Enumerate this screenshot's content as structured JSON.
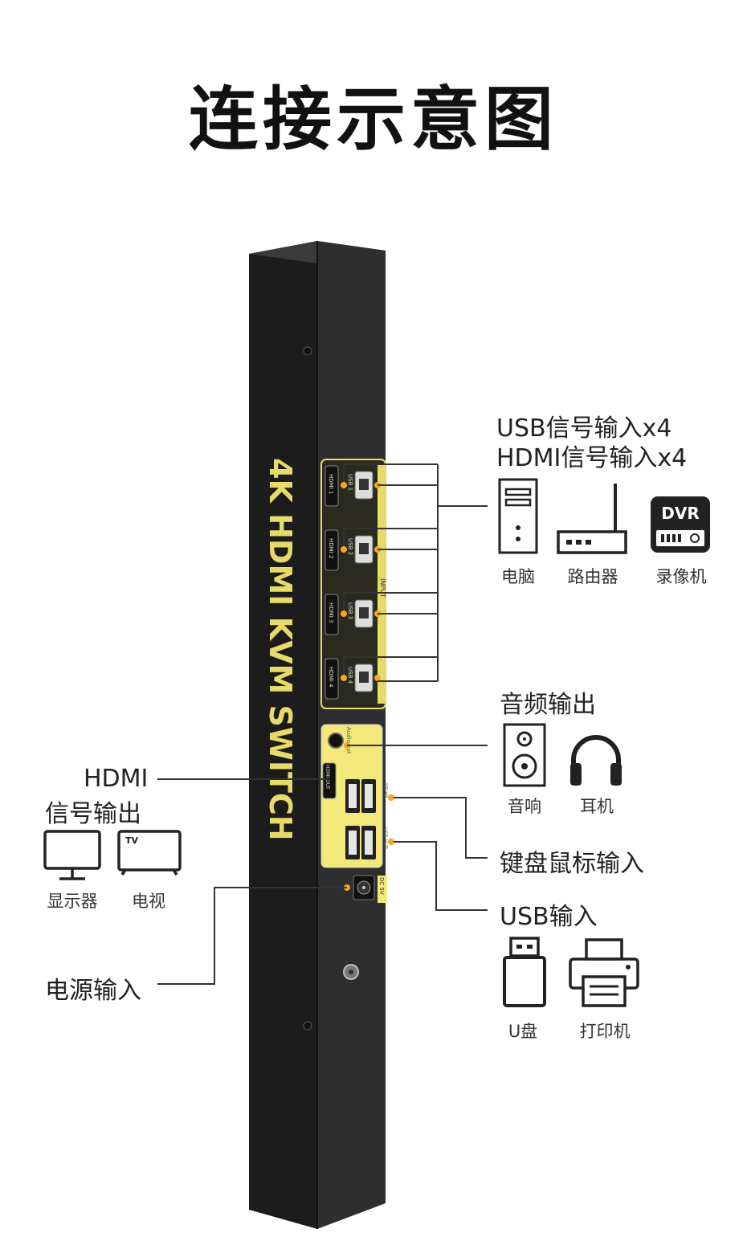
{
  "title": "连接示意图",
  "device": {
    "name": "4K HDMI KVM SWITCH",
    "ports": {
      "hdmi_in": [
        "HDMI 1",
        "HDMI 2",
        "HDMI 3",
        "HDMI 4"
      ],
      "usb_in": [
        "USB 1",
        "USB 2",
        "USB 3",
        "USB 4"
      ],
      "input_tag": "INPUT",
      "audio_out": "Audio out",
      "hdmi_out": "HDMI OUT",
      "kb_ms": "KB/MS",
      "usb_hub": "USB HUB",
      "power": "DC 5V"
    },
    "accent_color": "#F2E97A",
    "body_color": "#2c2c2c"
  },
  "inputs": {
    "line1": "USB信号输入x4",
    "line2": "HDMI信号输入x4",
    "devices": [
      {
        "icon": "computer-tower-icon",
        "label": "电脑"
      },
      {
        "icon": "router-icon",
        "label": "路由器"
      },
      {
        "icon": "dvr-icon",
        "label": "录像机",
        "badge": "DVR"
      }
    ]
  },
  "audio": {
    "label": "音频输出",
    "devices": [
      {
        "icon": "speaker-icon",
        "label": "音响"
      },
      {
        "icon": "headphones-icon",
        "label": "耳机"
      }
    ]
  },
  "hdmi_output": {
    "line1": "HDMI",
    "line2": "信号输出",
    "devices": [
      {
        "icon": "monitor-icon",
        "label": "显示器"
      },
      {
        "icon": "tv-icon",
        "label": "电视",
        "badge": "TV"
      }
    ]
  },
  "keyboard_mouse": {
    "label": "键盘鼠标输入"
  },
  "usb_input": {
    "label": "USB输入",
    "devices": [
      {
        "icon": "usb-drive-icon",
        "label": "U盘"
      },
      {
        "icon": "printer-icon",
        "label": "打印机"
      }
    ]
  },
  "power": {
    "label": "电源输入"
  }
}
